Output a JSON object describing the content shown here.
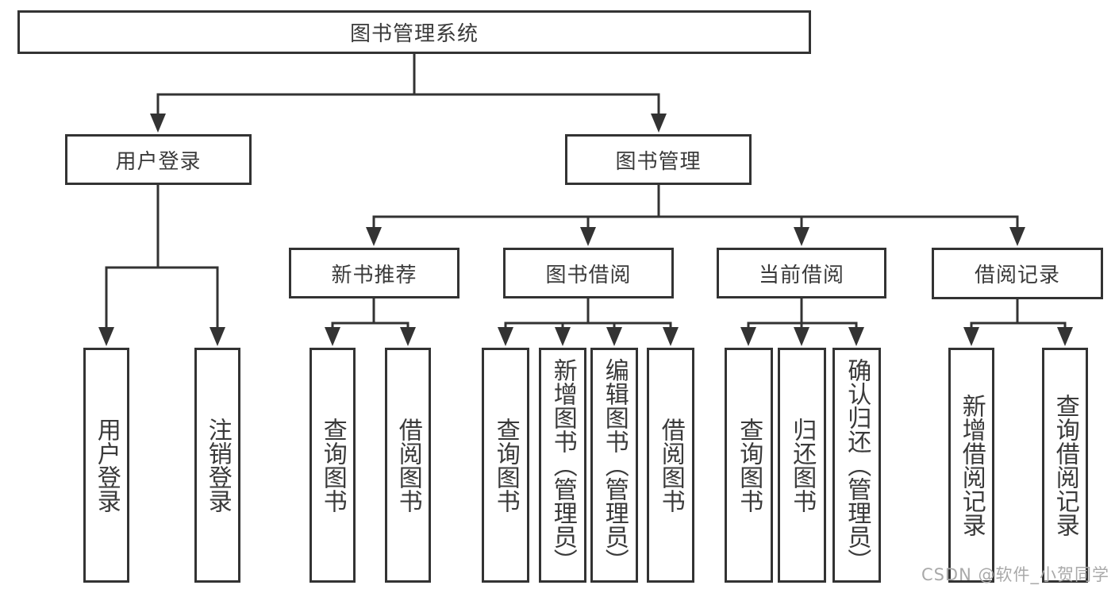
{
  "diagram": {
    "root": "图书管理系统",
    "level2": [
      "用户登录",
      "图书管理"
    ],
    "level3": [
      "新书推荐",
      "图书借阅",
      "当前借阅",
      "借阅记录"
    ],
    "leaves": [
      "用户登录",
      "注销登录",
      "查询图书",
      "借阅图书",
      "查询图书",
      "新增图书（管理员）",
      "编辑图书（管理员）",
      "借阅图书",
      "查询图书",
      "归还图书",
      "确认归还（管理员）",
      "新增借阅记录",
      "查询借阅记录"
    ],
    "colors": {
      "line": "#333333",
      "text": "#3a3a3a",
      "background": "#ffffff"
    }
  },
  "watermark": {
    "text": "CSDN @软件_小贺同学",
    "color": "#a9a9a9"
  }
}
